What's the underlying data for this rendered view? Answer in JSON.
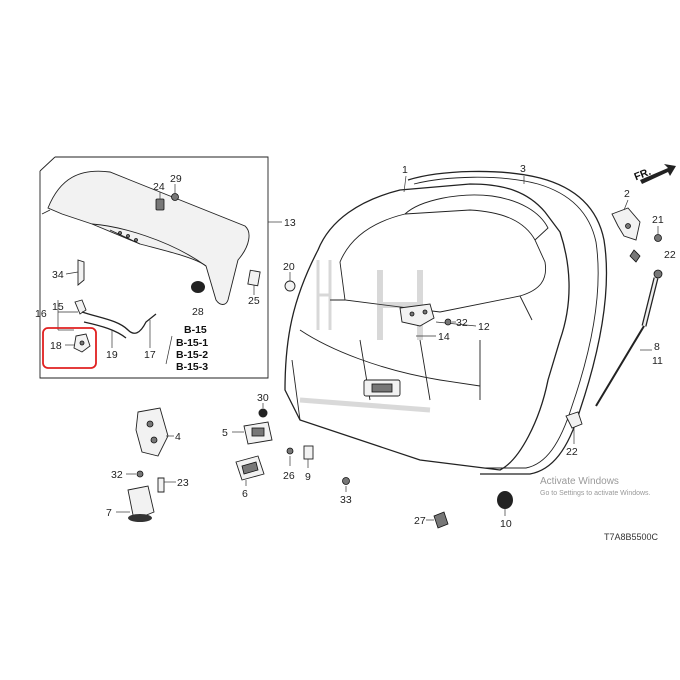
{
  "callouts": {
    "c1": "1",
    "c2": "2",
    "c3": "3",
    "c4": "4",
    "c5": "5",
    "c6": "6",
    "c7": "7",
    "c8": "8",
    "c9": "9",
    "c10": "10",
    "c11": "11",
    "c12": "12",
    "c13": "13",
    "c14": "14",
    "c15": "15",
    "c16": "16",
    "c17": "17",
    "c18": "18",
    "c19": "19",
    "c20": "20",
    "c21": "21",
    "c22a": "22",
    "c22b": "22",
    "c23": "23",
    "c24": "24",
    "c25": "25",
    "c26": "26",
    "c27": "27",
    "c28": "28",
    "c29": "29",
    "c30": "30",
    "c32a": "32",
    "c32b": "32",
    "c33": "33",
    "c34": "34"
  },
  "refs": [
    "B-15",
    "B-15-1",
    "B-15-2",
    "B-15-3"
  ],
  "front_arrow": "FR.",
  "diagram_code": "T7A8B5500C",
  "watermark": {
    "title": "Activate Windows",
    "subtitle": "Go to Settings to activate Windows."
  },
  "colors": {
    "highlight": "#e02020",
    "line": "#222222"
  }
}
